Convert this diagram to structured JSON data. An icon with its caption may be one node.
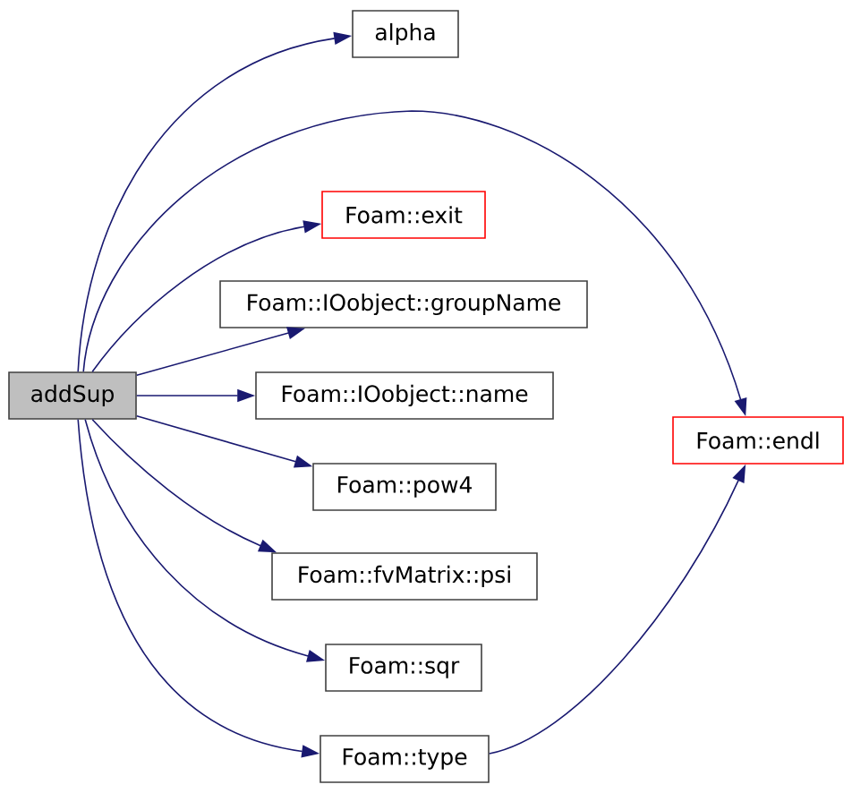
{
  "diagram": {
    "nodes": [
      {
        "text": [
          "addSup"
        ]
      },
      {
        "text": [
          "alpha"
        ]
      },
      {
        "text": [
          "Foam::exit"
        ]
      },
      {
        "text": [
          "Foam::IOobject::groupName"
        ]
      },
      {
        "text": [
          "Foam::IOobject::name"
        ]
      },
      {
        "text": [
          "Foam::pow4"
        ]
      },
      {
        "text": [
          "Foam::fvMatrix::psi"
        ]
      },
      {
        "text": [
          "Foam::sqr"
        ]
      },
      {
        "text": [
          "Foam::type"
        ]
      },
      {
        "text": [
          "Foam::endl"
        ]
      }
    ],
    "edges": [
      {
        "from": 0,
        "to": 1,
        "arrow": "to"
      },
      {
        "from": 0,
        "to": 9,
        "arrow": "to"
      },
      {
        "from": 0,
        "to": 2,
        "arrow": "to"
      },
      {
        "from": 0,
        "to": 3,
        "arrow": "to"
      },
      {
        "from": 0,
        "to": 4,
        "arrow": "to"
      },
      {
        "from": 0,
        "to": 5,
        "arrow": "to"
      },
      {
        "from": 0,
        "to": 6,
        "arrow": "to"
      },
      {
        "from": 0,
        "to": 7,
        "arrow": "to"
      },
      {
        "from": 0,
        "to": 8,
        "arrow": "to"
      },
      {
        "from": 8,
        "to": 9,
        "arrow": "to"
      }
    ]
  }
}
